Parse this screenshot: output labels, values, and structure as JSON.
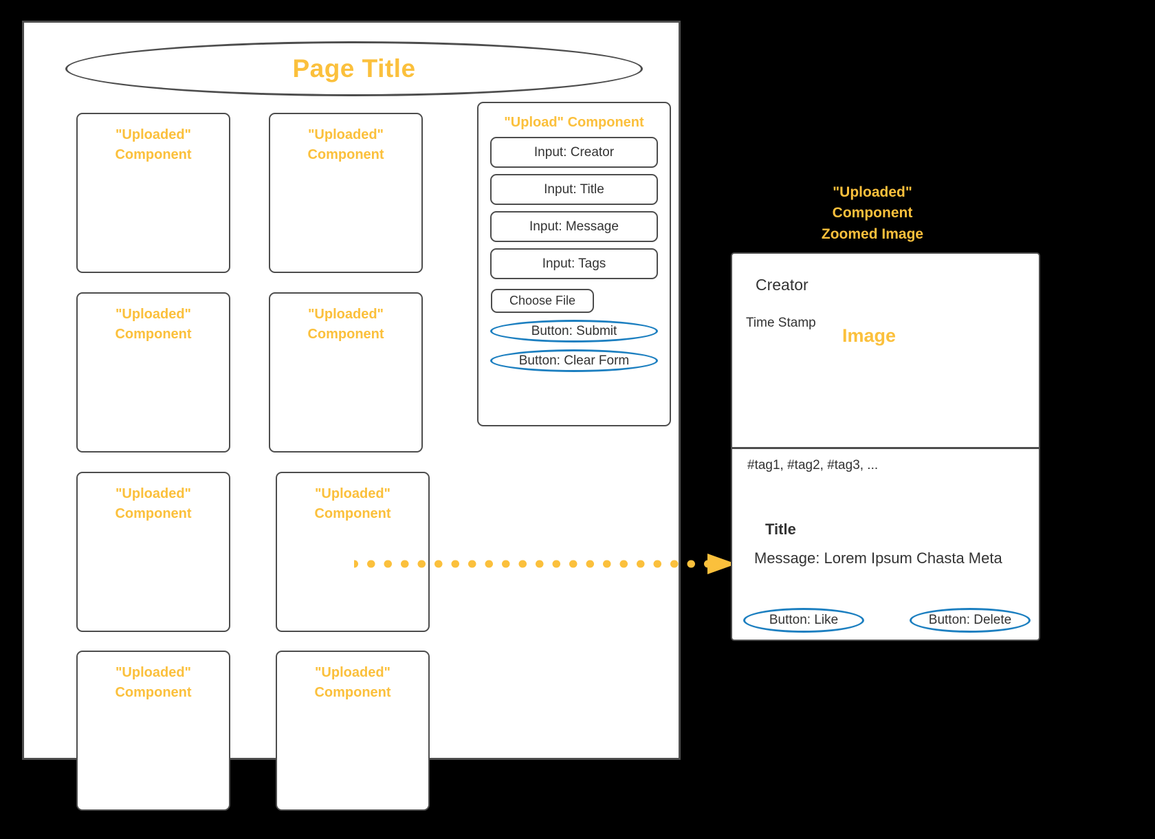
{
  "colors": {
    "accent": "#FBC03C",
    "outline": "#4d4d4d",
    "button_blue": "#1C7FC0",
    "background": "#000000",
    "surface": "#FFFFFF"
  },
  "page": {
    "title": "Page Title",
    "uploaded_cards": [
      {
        "label": "\"Uploaded\"\nComponent"
      },
      {
        "label": "\"Uploaded\"\nComponent"
      },
      {
        "label": "\"Uploaded\"\nComponent"
      },
      {
        "label": "\"Uploaded\"\nComponent"
      },
      {
        "label": "\"Uploaded\"\nComponent"
      },
      {
        "label": "\"Uploaded\"\nComponent"
      },
      {
        "label": "\"Uploaded\"\nComponent"
      },
      {
        "label": "\"Uploaded\"\nComponent"
      }
    ],
    "card_label_line1": "\"Uploaded\"",
    "card_label_line2": "Component"
  },
  "upload_component": {
    "title": "\"Upload\" Component",
    "fields": [
      {
        "label": "Input: Creator"
      },
      {
        "label": "Input: Title"
      },
      {
        "label": "Input: Message"
      },
      {
        "label": "Input: Tags"
      }
    ],
    "choose_file_label": "Choose File",
    "submit_label": "Button: Submit",
    "clear_label": "Button: Clear Form"
  },
  "zoomed": {
    "heading_line1": "\"Uploaded\"",
    "heading_line2": "Component",
    "heading_line3": "Zoomed Image",
    "creator": "Creator",
    "timestamp": "Time Stamp",
    "image_placeholder": "Image",
    "tags": "#tag1, #tag2, #tag3, ...",
    "title": "Title",
    "message": "Message: Lorem Ipsum Chasta Meta",
    "like_label": "Button: Like",
    "delete_label": "Button: Delete"
  },
  "connector": {
    "style": "dotted",
    "arrow": "triangle-right"
  }
}
